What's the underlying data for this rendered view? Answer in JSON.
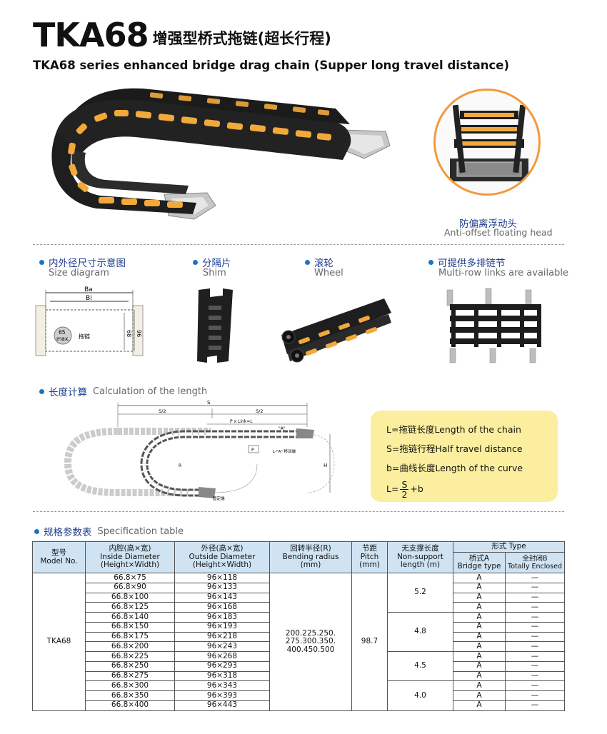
{
  "header": {
    "model": "TKA68",
    "title_cn": "增强型桥式拖链(超长行程)",
    "title_en": "TKA68 series enhanced bridge drag chain (Supper long travel distance)"
  },
  "floating_head": {
    "caption_cn": "防偏离浮动头",
    "caption_en": "Anti-offset floating head"
  },
  "features": [
    {
      "cn": "内外径尺寸示意图",
      "en": "Size diagram"
    },
    {
      "cn": "分隔片",
      "en": "Shim"
    },
    {
      "cn": "滚轮",
      "en": "Wheel"
    },
    {
      "cn": "可提供多排链节",
      "en": "Multi-row links are available"
    }
  ],
  "size_diagram": {
    "ba": "Ba",
    "bi": "Bi",
    "max_value": "65",
    "max_label": "max.",
    "chain_label": "拖链",
    "dim_inner": "68",
    "dim_outer": "96"
  },
  "length_section": {
    "cn": "长度计算",
    "en": "Calculation of the length",
    "diagram": {
      "s": "S",
      "s_half_left": "S/2",
      "s_half_right": "S/2",
      "pxlinks": "P x Link=L",
      "a_label": "\"A\"",
      "p_label": "P",
      "a_mobile": "L-\"A\" 移动端",
      "r_label": "R",
      "h_label": "H",
      "fixed_end": "固定端"
    },
    "formulas": {
      "l": "L=拖链长度Length of the chain",
      "s": "S=拖链行程Half travel distance",
      "b": "b=曲线长度Length of the curve",
      "calc_prefix": "L=",
      "calc_num": "S",
      "calc_den": "2",
      "calc_suffix": "+b"
    }
  },
  "spec_section": {
    "cn": "规格参数表",
    "en": "Specification table"
  },
  "table": {
    "headers": {
      "model_cn": "型号",
      "model_en": "Model No.",
      "inside_cn": "内腔(高×宽)",
      "inside_en1": "Inside Diameter",
      "inside_en2": "(Height×Width)",
      "outside_cn": "外径(高×宽)",
      "outside_en1": "Outside Diameter",
      "outside_en2": "(Height×Width)",
      "bend_cn": "回转半径(R)",
      "bend_en1": "Bending radius",
      "bend_en2": "(mm)",
      "pitch_cn": "节距",
      "pitch_en1": "Pitch",
      "pitch_en2": "(mm)",
      "nonsup_cn": "无支撑长度",
      "nonsup_en1": "Non-support",
      "nonsup_en2": "length (m)",
      "form": "形式 Type",
      "bridge_cn": "桥式A",
      "bridge_en": "Bridge type",
      "closed_cn": "全封闭B",
      "closed_en": "Totally Enclosed"
    },
    "model": "TKA68",
    "bending_line1": "200.225.250.",
    "bending_line2": "275.300.350.",
    "bending_line3": "400.450.500",
    "pitch": "98.7",
    "nonsupport": [
      "5.2",
      "4.8",
      "4.5",
      "4.0"
    ],
    "rows": [
      {
        "inside": "66.8×75",
        "outside": "96×118",
        "bridge": "A",
        "closed": "—"
      },
      {
        "inside": "66.8×90",
        "outside": "96×133",
        "bridge": "A",
        "closed": "—"
      },
      {
        "inside": "66.8×100",
        "outside": "96×143",
        "bridge": "A",
        "closed": "—"
      },
      {
        "inside": "66.8×125",
        "outside": "96×168",
        "bridge": "A",
        "closed": "—"
      },
      {
        "inside": "66.8×140",
        "outside": "96×183",
        "bridge": "A",
        "closed": "—"
      },
      {
        "inside": "66.8×150",
        "outside": "96×193",
        "bridge": "A",
        "closed": "—"
      },
      {
        "inside": "66.8×175",
        "outside": "96×218",
        "bridge": "A",
        "closed": "—"
      },
      {
        "inside": "66.8×200",
        "outside": "96×243",
        "bridge": "A",
        "closed": "—"
      },
      {
        "inside": "66.8×225",
        "outside": "96×268",
        "bridge": "A",
        "closed": "—"
      },
      {
        "inside": "66.8×250",
        "outside": "96×293",
        "bridge": "A",
        "closed": "—"
      },
      {
        "inside": "66.8×275",
        "outside": "96×318",
        "bridge": "A",
        "closed": "—"
      },
      {
        "inside": "66.8×300",
        "outside": "96×343",
        "bridge": "A",
        "closed": "—"
      },
      {
        "inside": "66.8×350",
        "outside": "96×393",
        "bridge": "A",
        "closed": "—"
      },
      {
        "inside": "66.8×400",
        "outside": "96×443",
        "bridge": "A",
        "closed": "—"
      }
    ]
  },
  "colors": {
    "accent_blue": "#1f3e8c",
    "bullet_blue": "#1e73be",
    "header_fill": "#cfe3f3",
    "formula_fill": "#fbef9f",
    "chain_yellow": "#f2a93b",
    "circle_orange": "#f19a3e"
  }
}
